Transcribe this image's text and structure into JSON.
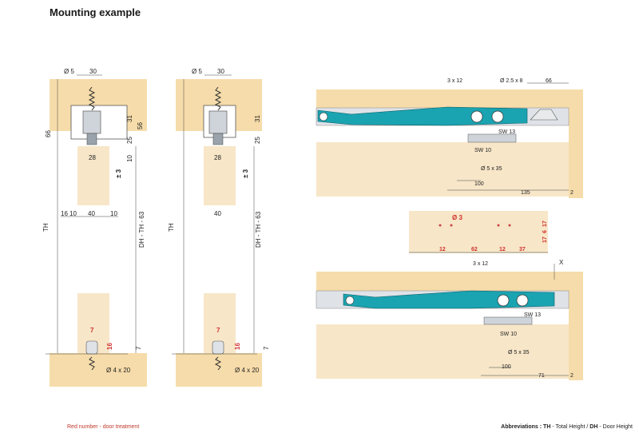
{
  "page": {
    "title": "Mounting example",
    "footer_left": "Red number - door treatment",
    "footer_right": {
      "prefix": "Abbreviations : ",
      "th_abbr": "TH",
      "th_text": " - Total Height / ",
      "dh_abbr": "DH",
      "dh_text": " - Door Height"
    }
  },
  "colors": {
    "wood": "#f6dcaa",
    "door": "#f7e6c8",
    "track": "#dfe3e8",
    "carriage": "#1aa3b0",
    "red_dim": "#d0312d",
    "line": "#333333"
  },
  "view1": {
    "phi5": "Ø 5",
    "w30": "30",
    "h66": "66",
    "h31": "31",
    "h56": "56",
    "h25": "25",
    "w28": "28",
    "h10": "10",
    "tol": "± 3",
    "th": "TH",
    "dh": "DH - TH - 63",
    "w16": "16",
    "w10": "10",
    "w40": "40",
    "w10b": "10",
    "red7": "7",
    "red16": "16",
    "h7": "7",
    "screw": "Ø 4 x 20"
  },
  "view2": {
    "phi5": "Ø 5",
    "w30": "30",
    "h31": "31",
    "h25": "25",
    "w28": "28",
    "tol": "± 3",
    "th": "TH",
    "dh": "DH - TH - 63",
    "w40": "40",
    "red7": "7",
    "red16": "16",
    "h7": "7",
    "screw": "Ø 4 x 20"
  },
  "view3": {
    "a3x12": "3 x 12",
    "phi": "Ø 2.5 x 8",
    "w66": "66",
    "sw13": "SW 13",
    "sw10": "SW 10",
    "screw": "Ø 5 x 35",
    "w100": "100",
    "w135": "135",
    "w2": "2"
  },
  "view4": {
    "red_phi3": "Ø 3",
    "w12a": "12",
    "w62": "62",
    "w12b": "12",
    "w37": "37",
    "red17": "17",
    "w6": "6",
    "w17": "17"
  },
  "view5": {
    "a3x12": "3 x 12",
    "x": "X",
    "sw13": "SW 13",
    "sw10": "SW 10",
    "screw": "Ø 5 x 35",
    "w100": "100",
    "w71": "71",
    "w2": "2"
  }
}
